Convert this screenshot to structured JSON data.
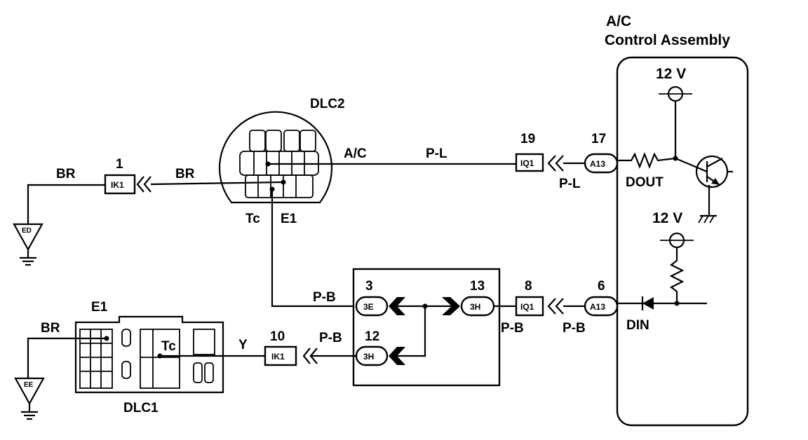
{
  "ac_assembly": {
    "title_line1": "A/C",
    "title_line2": "Control Assembly"
  },
  "supply_top": "12 V",
  "supply_mid": "12 V",
  "dout": "DOUT",
  "din": "DIN",
  "dlc2": {
    "name": "DLC2",
    "tc": "Tc",
    "e1": "E1",
    "ac": "A/C"
  },
  "dlc1": {
    "name": "DLC1",
    "e1": "E1",
    "tc": "Tc"
  },
  "grounds": {
    "ed": "ED",
    "ee": "EE"
  },
  "wires": {
    "br_ground_top": "BR",
    "br_dlc2": "BR",
    "pl_main": "P-L",
    "pl_conn": "P-L",
    "pb_tc": "P-B",
    "pb_junction_out": "P-B",
    "pb_conn": "P-B",
    "pb_dlc1": "P-B",
    "y_dlc1": "Y",
    "br_dlc1": "BR"
  },
  "connectors": {
    "ik1_top": {
      "pin": "1",
      "code": "IK1"
    },
    "iq1_top": {
      "pin": "19",
      "code": "IQ1"
    },
    "a13_top": {
      "pin": "17",
      "code": "A13"
    },
    "iq1_bot": {
      "pin": "8",
      "code": "IQ1"
    },
    "a13_bot": {
      "pin": "6",
      "code": "A13"
    },
    "ik1_bot": {
      "pin": "10",
      "code": "IK1"
    }
  },
  "junction": {
    "p3": "3",
    "p3_code": "3E",
    "p13": "13",
    "p13_code": "3H",
    "p12": "12",
    "p12_code": "3H"
  }
}
